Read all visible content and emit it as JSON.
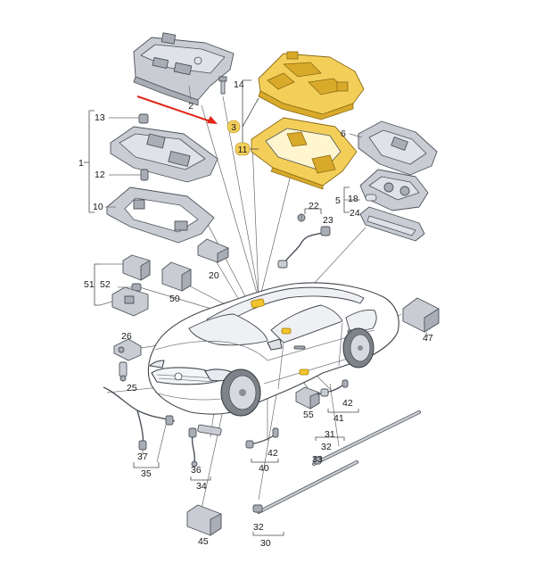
{
  "diagram": {
    "callouts": {
      "c2": "2",
      "c3": "3",
      "c5": "5",
      "c6": "6",
      "c10": "10",
      "c11": "11",
      "c12": "12",
      "c13": "13",
      "c14": "14",
      "c18": "18",
      "c20": "20",
      "c22": "22",
      "c23": "23",
      "c24": "24",
      "c25": "25",
      "c26": "26",
      "c30": "30",
      "c31": "31",
      "c32": "32",
      "c33": "33",
      "c34": "34",
      "c35": "35",
      "c36": "36",
      "c37": "37",
      "c40": "40",
      "c41": "41",
      "c42a": "42",
      "c42b": "42",
      "c45": "45",
      "c47": "47",
      "c50": "50",
      "c51": "51",
      "c52": "52",
      "c55": "55",
      "c1": "1"
    },
    "highlight_color": "#f3cf5a",
    "arrow_color": "#e0261b"
  }
}
